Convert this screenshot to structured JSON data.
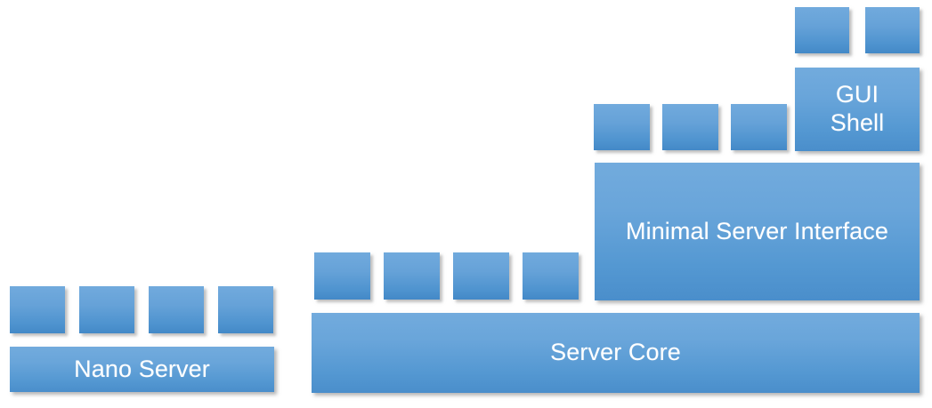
{
  "diagram": {
    "title": "Windows Server installation options layered stack",
    "background_color": "#ffffff",
    "block_fill_top": "#72abdd",
    "block_fill_bottom": "#4a8ecb",
    "label_color": "#ffffff",
    "groups": [
      {
        "name": "nano-server-group",
        "base_label": "Nano Server",
        "tiles": 4,
        "tile_labels": [
          "",
          "",
          "",
          ""
        ]
      },
      {
        "name": "server-core-group",
        "base_label": "Server Core",
        "tiles": 4,
        "tile_labels": [
          "",
          "",
          "",
          ""
        ]
      },
      {
        "name": "minimal-server-interface-group",
        "base_label": "Minimal Server Interface",
        "tiles": 3,
        "tile_labels": [
          "",
          "",
          ""
        ]
      },
      {
        "name": "gui-shell-group",
        "base_label": "GUI Shell",
        "base_label_line1": "GUI",
        "base_label_line2": "Shell",
        "tiles": 2,
        "tile_labels": [
          "",
          ""
        ]
      }
    ]
  }
}
